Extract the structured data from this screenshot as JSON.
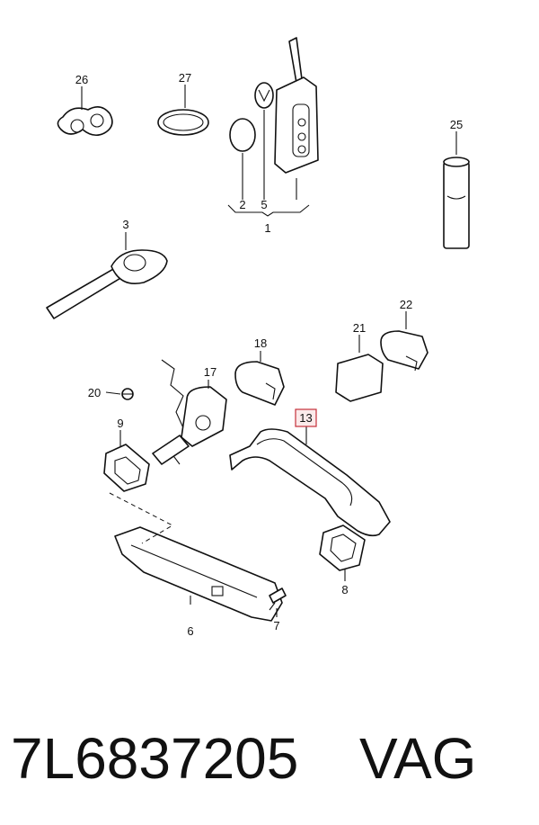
{
  "callouts": {
    "c26": "26",
    "c27": "27",
    "c2": "2",
    "c5": "5",
    "c1": "1",
    "c25": "25",
    "c3": "3",
    "c18": "18",
    "c21": "21",
    "c22": "22",
    "c17": "17",
    "c20": "20",
    "c9": "9",
    "c13": "13",
    "c8": "8",
    "c6": "6",
    "c7": "7"
  },
  "highlight_color": "#c4303a",
  "footer": {
    "part_number": "7L6837205",
    "brand": "VAG"
  }
}
